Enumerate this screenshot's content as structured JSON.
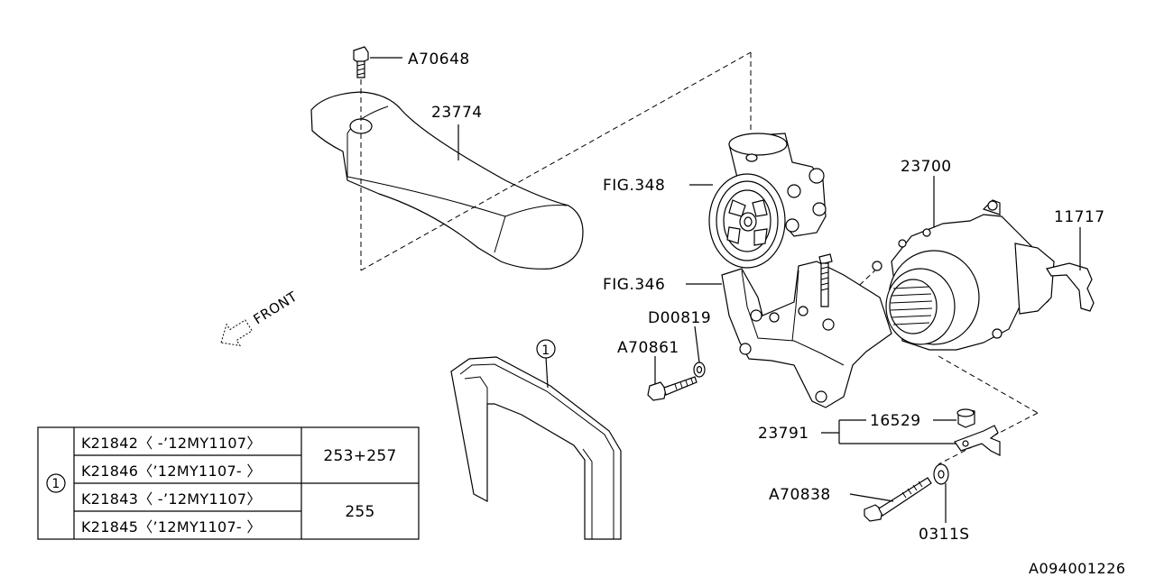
{
  "labels": {
    "a70648": "A70648",
    "p23774": "23774",
    "fig348": "FIG.348",
    "p23700": "23700",
    "p11717": "11717",
    "fig346": "FIG.346",
    "d00819": "D00819",
    "a70861": "A70861",
    "p23791": "23791",
    "p16529": "16529",
    "a70838": "A70838",
    "p0311s": "0311S",
    "front": "FRONT",
    "callout": "1",
    "diagram_id": "A094001226"
  },
  "table": {
    "ref": "1",
    "rows": [
      {
        "part": "K21842〈 -’12MY1107〉",
        "size": "253+257"
      },
      {
        "part": "K21846〈’12MY1107- 〉",
        "size": ""
      },
      {
        "part": "K21843〈 -’12MY1107〉",
        "size": "255"
      },
      {
        "part": "K21845〈’12MY1107- 〉",
        "size": ""
      }
    ]
  }
}
